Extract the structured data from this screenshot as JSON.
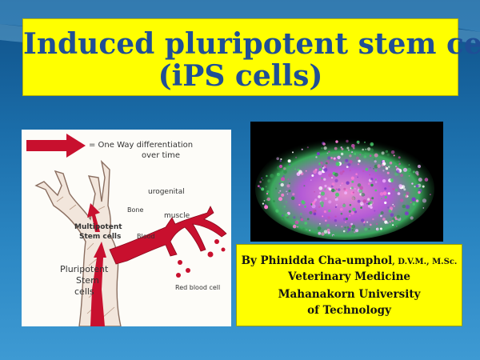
{
  "slide": {
    "title_line1": "Induced pluripotent stem cells",
    "title_line2": "(iPS cells)",
    "author": {
      "name_prefix": "By Phinidda Cha-umphol",
      "degrees": ", D.V.M., M.Sc.",
      "dept": "Veterinary Medicine",
      "university": "Mahanakorn  University",
      "university2": "of Technology"
    }
  },
  "diagram": {
    "legend": "= One Way differentiation over time",
    "legend_line1": "= One Way  differentiation",
    "legend_line2": "over time",
    "labels": {
      "multipotent_1": "Multipotent",
      "multipotent_2": "Stem cells",
      "pluripotent_1": "Pluripotent",
      "pluripotent_2": "Stem",
      "pluripotent_3": "cells",
      "urogenital": "urogenital",
      "bone": "Bone",
      "muscle": "muscle",
      "blood": "Blood",
      "red_blood_cell": "Red blood cell"
    }
  },
  "colors": {
    "title_text": "#1f4e96",
    "yellow_box": "#ffff00",
    "arrow_red": "#c8102e",
    "background_top": "#0f4f86",
    "background_bottom": "#3e9ad3"
  }
}
